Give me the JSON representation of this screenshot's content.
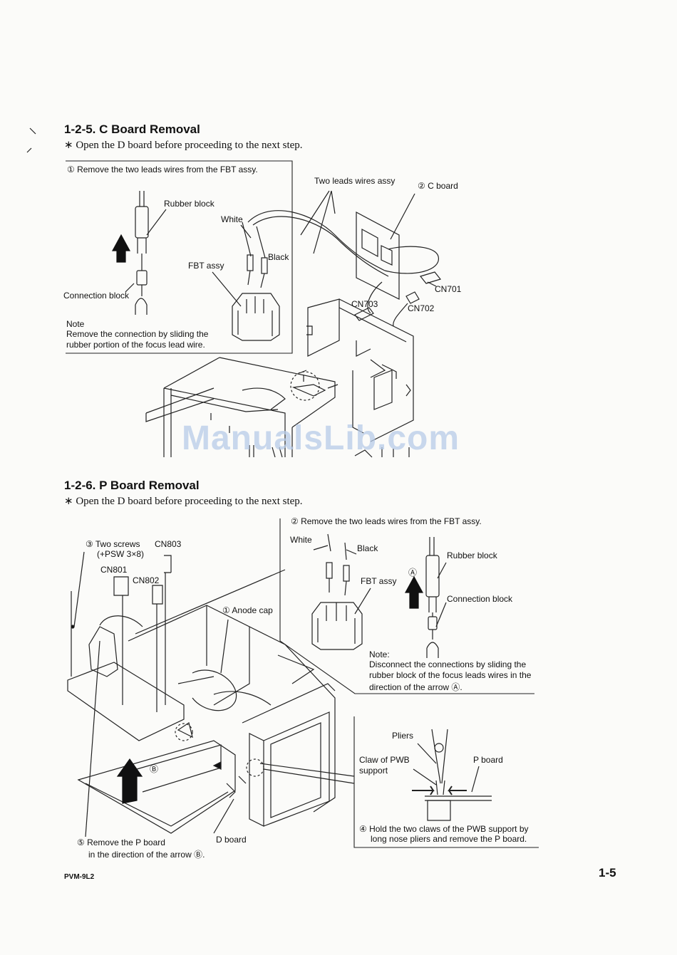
{
  "section1": {
    "heading": "1-2-5.  C Board Removal",
    "note": "∗ Open the D board before proceeding to the next step.",
    "step1": "① Remove the two leads wires from the FBT assy.",
    "labels": {
      "rubber_block": "Rubber block",
      "white": "White",
      "black": "Black",
      "fbt_assy": "FBT assy",
      "connection_block": "Connection block",
      "two_leads": "Two leads wires assy",
      "c_board": "② C board",
      "cn701": "CN701",
      "cn702": "CN702",
      "cn703": "CN703"
    },
    "note_title": "Note",
    "note_line1": "Remove the connection by sliding the",
    "note_line2": "rubber portion of the focus lead wire."
  },
  "section2": {
    "heading": "1-2-6.  P Board Removal",
    "note": "∗ Open the D board before proceeding to the next step.",
    "step2": "② Remove the two leads wires from the FBT assy.",
    "labels": {
      "two_screws": "③ Two screws",
      "psw": "(+PSW 3×8)",
      "cn801": "CN801",
      "cn802": "CN802",
      "cn803": "CN803",
      "anode_cap": "① Anode cap",
      "white": "White",
      "black": "Black",
      "fbt_assy": "FBT assy",
      "rubber_block": "Rubber block",
      "connection_block": "Connection block",
      "arrow_a": "Ⓐ",
      "arrow_b": "Ⓑ",
      "pliers": "Pliers",
      "claw_line1": "Claw of PWB",
      "claw_line2": "support",
      "p_board": "P board",
      "d_board": "D board"
    },
    "note_title": "Note:",
    "note_line1": "Disconnect the connections by sliding the",
    "note_line2": "rubber block of the focus leads wires in the",
    "note_line3": "direction of the arrow Ⓐ.",
    "step4_line1": "④ Hold the two claws of the PWB support by",
    "step4_line2": "long nose pliers and remove the P board.",
    "step5_line1": "⑤ Remove the P board",
    "step5_line2": "in the direction of the arrow Ⓑ."
  },
  "watermark": "ManualsLib.com",
  "footer": {
    "model": "PVM-9L2",
    "page": "1-5"
  }
}
